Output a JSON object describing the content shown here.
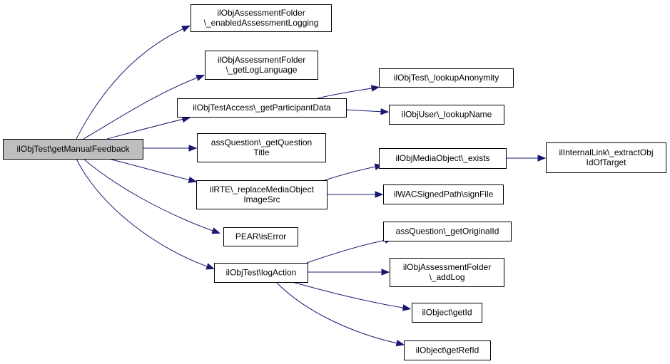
{
  "graph": {
    "colors": {
      "edge": "#191970",
      "root_fill": "#bfbfbf",
      "node_fill": "#ffffff",
      "border": "#000000"
    },
    "root": {
      "id": "root",
      "label": [
        "ilObjTest\\getManualFeedback"
      ]
    },
    "nodes": [
      {
        "id": "enabledLogging",
        "label": [
          "ilObjAssessmentFolder",
          "\\_enabledAssessmentLogging"
        ]
      },
      {
        "id": "getLogLanguage",
        "label": [
          "ilObjAssessmentFolder",
          "\\_getLogLanguage"
        ]
      },
      {
        "id": "getParticipantData",
        "label": [
          "ilObjTestAccess\\_getParticipantData"
        ]
      },
      {
        "id": "getQuestionTitle",
        "label": [
          "assQuestion\\_getQuestion",
          "Title"
        ]
      },
      {
        "id": "replaceMediaObject",
        "label": [
          "ilRTE\\_replaceMediaObject",
          "ImageSrc"
        ]
      },
      {
        "id": "isError",
        "label": [
          "PEAR\\isError"
        ]
      },
      {
        "id": "logAction",
        "label": [
          "ilObjTest\\logAction"
        ]
      },
      {
        "id": "lookupAnonymity",
        "label": [
          "ilObjTest\\_lookupAnonymity"
        ]
      },
      {
        "id": "lookupName",
        "label": [
          "ilObjUser\\_lookupName"
        ]
      },
      {
        "id": "mediaExists",
        "label": [
          "ilObjMediaObject\\_exists"
        ]
      },
      {
        "id": "signFile",
        "label": [
          "ilWACSignedPath\\signFile"
        ]
      },
      {
        "id": "getOriginalId",
        "label": [
          "assQuestion\\_getOriginalId"
        ]
      },
      {
        "id": "addLog",
        "label": [
          "ilObjAssessmentFolder",
          "\\_addLog"
        ]
      },
      {
        "id": "getId",
        "label": [
          "ilObject\\getId"
        ]
      },
      {
        "id": "getRefId",
        "label": [
          "ilObject\\getRefId"
        ]
      },
      {
        "id": "extractObjId",
        "label": [
          "ilInternalLink\\_extractObj",
          "IdOfTarget"
        ]
      }
    ],
    "edges": [
      {
        "from": "root",
        "to": "enabledLogging"
      },
      {
        "from": "root",
        "to": "getLogLanguage"
      },
      {
        "from": "root",
        "to": "getParticipantData"
      },
      {
        "from": "root",
        "to": "getQuestionTitle"
      },
      {
        "from": "root",
        "to": "replaceMediaObject"
      },
      {
        "from": "root",
        "to": "isError"
      },
      {
        "from": "root",
        "to": "logAction"
      },
      {
        "from": "getParticipantData",
        "to": "lookupAnonymity"
      },
      {
        "from": "getParticipantData",
        "to": "lookupName"
      },
      {
        "from": "replaceMediaObject",
        "to": "mediaExists"
      },
      {
        "from": "replaceMediaObject",
        "to": "signFile"
      },
      {
        "from": "mediaExists",
        "to": "extractObjId"
      },
      {
        "from": "logAction",
        "to": "getOriginalId"
      },
      {
        "from": "logAction",
        "to": "addLog"
      },
      {
        "from": "logAction",
        "to": "getId"
      },
      {
        "from": "logAction",
        "to": "getRefId"
      }
    ]
  }
}
